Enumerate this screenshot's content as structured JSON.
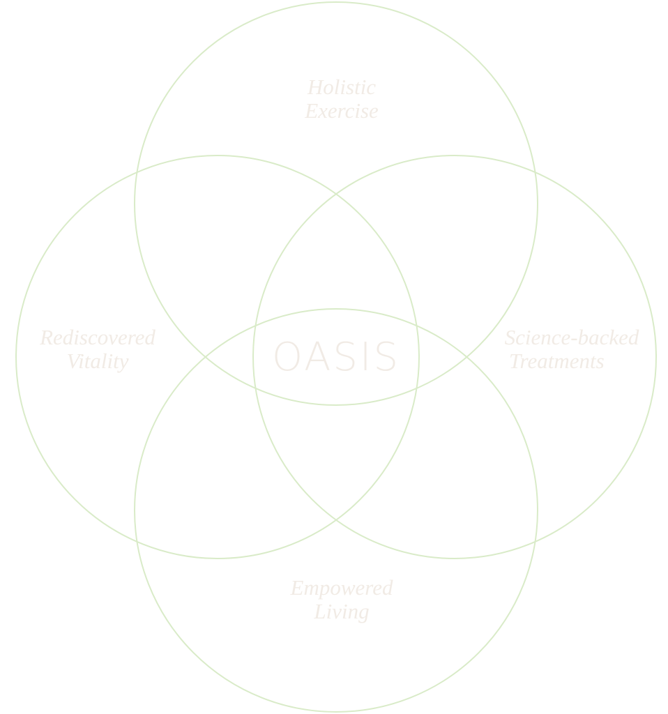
{
  "diagram": {
    "center_label": "OASIS",
    "stroke_color": "#d9ebc8",
    "text_color": "#f1ebe5",
    "sets": [
      {
        "id": "top",
        "lines": [
          "Holistic",
          "Exercise"
        ]
      },
      {
        "id": "left",
        "lines": [
          "Rediscovered",
          "Vitality"
        ]
      },
      {
        "id": "right",
        "lines": [
          "Science-backed",
          "Treatments"
        ]
      },
      {
        "id": "bottom",
        "lines": [
          "Empowered",
          "Living"
        ]
      }
    ]
  }
}
